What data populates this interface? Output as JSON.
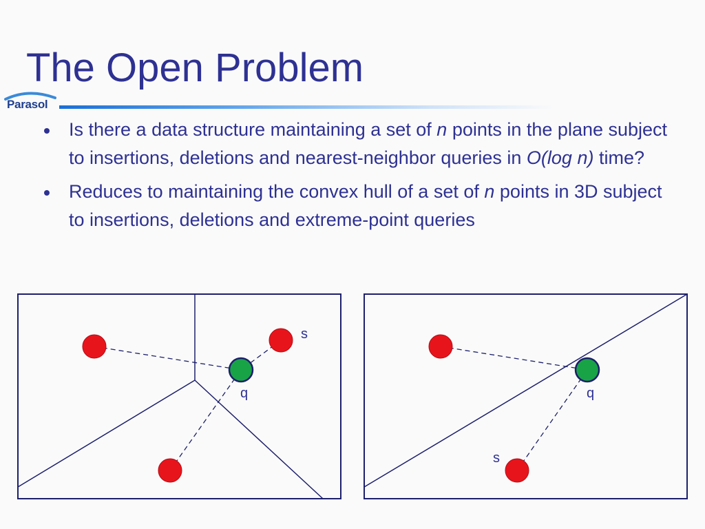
{
  "slide": {
    "title": "The Open Problem"
  },
  "logo": {
    "text": "Parasol"
  },
  "bullets": [
    {
      "parts": [
        {
          "text": "Is there a data structure maintaining a set of ",
          "italic": false
        },
        {
          "text": "n",
          "italic": true
        },
        {
          "text": " points in the plane subject to insertions, deletions and nearest-neighbor queries in ",
          "italic": false
        },
        {
          "text": "O(log n)",
          "italic": true
        },
        {
          "text": " time?",
          "italic": false
        }
      ]
    },
    {
      "parts": [
        {
          "text": "Reduces to maintaining the convex hull of a set of ",
          "italic": false
        },
        {
          "text": "n",
          "italic": true
        },
        {
          "text": " points in 3D subject to insertions, deletions and extreme-point queries",
          "italic": false
        }
      ]
    }
  ],
  "diagrams": {
    "left": {
      "site_labels": {
        "s": "s",
        "q": "q"
      }
    },
    "right": {
      "site_labels": {
        "s": "s",
        "q": "q"
      }
    }
  },
  "colors": {
    "title": "#2e3192",
    "site_point": "#e8141c",
    "query_point": "#19a347",
    "outline": "#1c1f6b"
  }
}
